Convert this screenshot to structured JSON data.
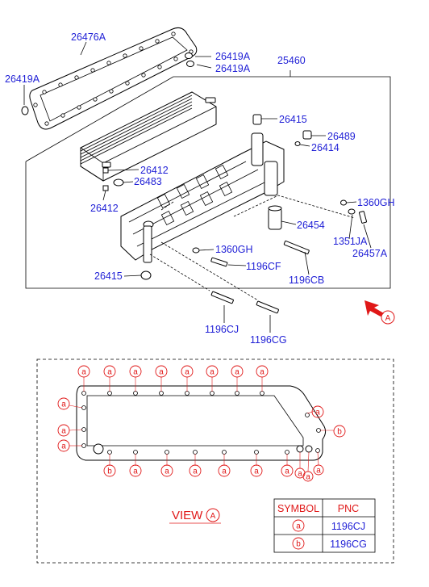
{
  "labels": {
    "p26476A": "26476A",
    "p26419A_1": "26419A",
    "p26419A_2": "26419A",
    "p26419A_3": "26419A",
    "p25460": "25460",
    "p26415_1": "26415",
    "p26489": "26489",
    "p26414": "26414",
    "p26412_1": "26412",
    "p26483": "26483",
    "p26412_2": "26412",
    "p1360GH_1": "1360GH",
    "p26454": "26454",
    "p1351JA": "1351JA",
    "p26457A": "26457A",
    "p1360GH_2": "1360GH",
    "p1196CF": "1196CF",
    "p1196CB": "1196CB",
    "p26415_2": "26415",
    "p1196CJ": "1196CJ",
    "p1196CG": "1196CG"
  },
  "view": {
    "title": "VIEW",
    "arrow_letter": "A",
    "symbol_a": "a",
    "symbol_b": "b"
  },
  "legend": {
    "col_symbol": "SYMBOL",
    "col_pnc": "PNC",
    "rows": [
      {
        "symbol": "a",
        "pnc": "1196CJ"
      },
      {
        "symbol": "b",
        "pnc": "1196CG"
      }
    ]
  }
}
